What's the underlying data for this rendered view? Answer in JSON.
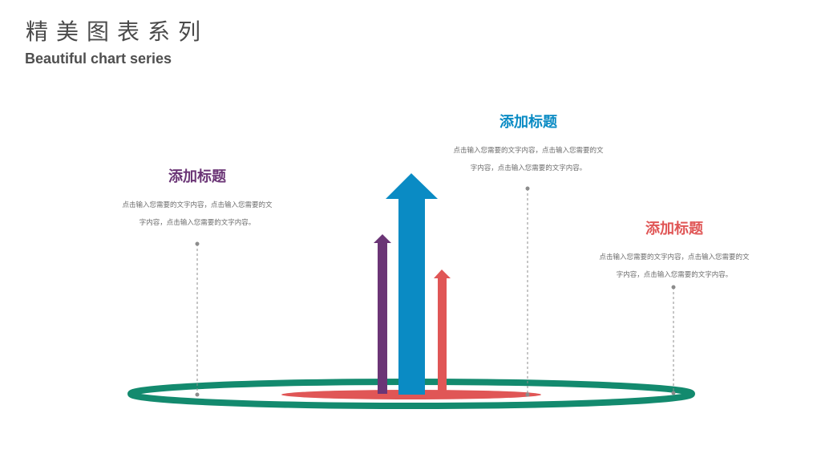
{
  "header": {
    "title_cn": "精美图表系列",
    "title_en": "Beautiful chart series"
  },
  "blocks": [
    {
      "title": "添加标题",
      "line1": "点击输入您需要的文字内容，点击输入您需要的文",
      "line2": "字内容，点击输入您需要的文字内容。"
    },
    {
      "title": "添加标题",
      "line1": "点击输入您需要的文字内容，点击输入您需要的文",
      "line2": "字内容，点击输入您需要的文字内容。"
    },
    {
      "title": "添加标题",
      "line1": "点击输入您需要的文字内容，点击输入您需要的文",
      "line2": "字内容，点击输入您需要的文字内容。"
    }
  ],
  "colors": {
    "purple": "#6b3576",
    "blue": "#0a8bc4",
    "red": "#e05656",
    "green": "#138a6e",
    "connector": "#8c8c8c"
  }
}
